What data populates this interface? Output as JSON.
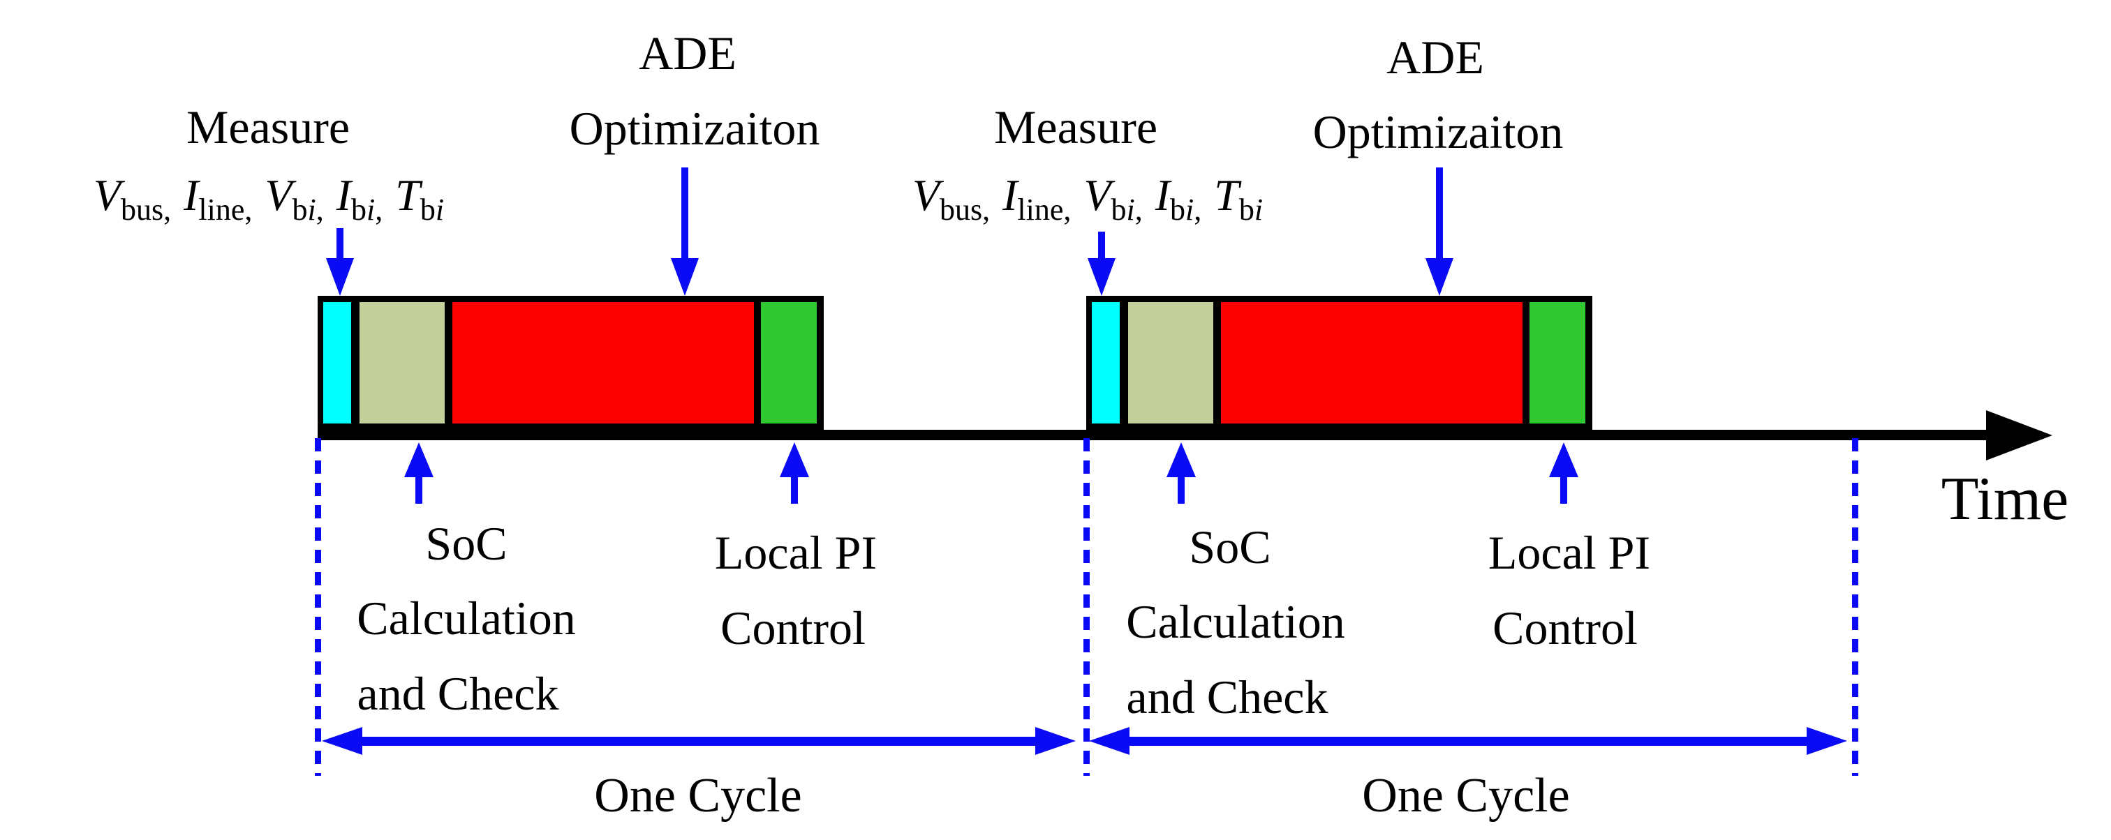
{
  "colors": {
    "measure_block": "#00FFFF",
    "soc_block": "#C3D09C",
    "ade_block": "#FC0000",
    "pi_block": "#30C931",
    "arrow_blue": "#0A0AF5",
    "ink": "#000000",
    "background": "#FFFFFF"
  },
  "axis": {
    "label": "Time"
  },
  "signals": [
    {
      "base": "V",
      "sub": "bus",
      "isub": "",
      "tail": ","
    },
    {
      "base": "I",
      "sub": "line",
      "isub": "",
      "tail": ","
    },
    {
      "base": "V",
      "sub": "b",
      "isub": "i",
      "tail": ","
    },
    {
      "base": "I",
      "sub": "b",
      "isub": "i",
      "tail": ","
    },
    {
      "base": "T",
      "sub": "b",
      "isub": "i",
      "tail": ""
    }
  ],
  "cycles": [
    {
      "measure_label": "Measure",
      "ade_label_line1": "ADE",
      "ade_label_line2": "Optimizaiton",
      "soc_label_line1": "SoC",
      "soc_label_line2": "Calculation",
      "soc_label_line3": "and Check",
      "pi_label_line1": "Local PI",
      "pi_label_line2": "Control",
      "one_cycle_label": "One Cycle"
    },
    {
      "measure_label": "Measure",
      "ade_label_line1": "ADE",
      "ade_label_line2": "Optimizaiton",
      "soc_label_line1": "SoC",
      "soc_label_line2": "Calculation",
      "soc_label_line3": "and Check",
      "pi_label_line1": "Local PI",
      "pi_label_line2": "Control",
      "one_cycle_label": "One Cycle"
    }
  ]
}
